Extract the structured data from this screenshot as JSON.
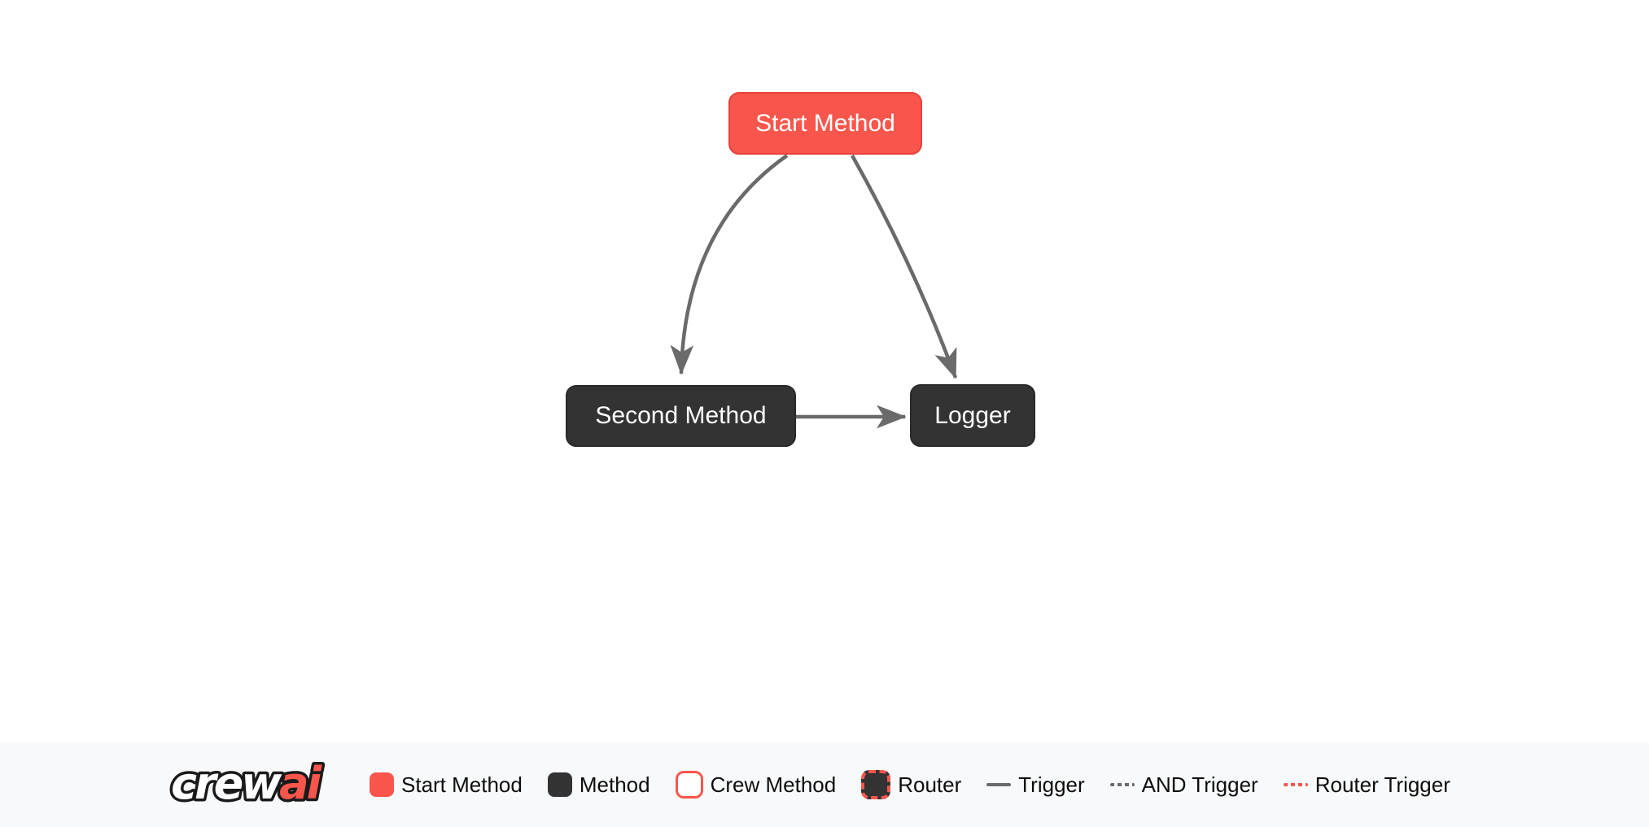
{
  "diagram": {
    "nodes": [
      {
        "id": "start",
        "label": "Start Method",
        "type": "start-method"
      },
      {
        "id": "second",
        "label": "Second Method",
        "type": "method"
      },
      {
        "id": "logger",
        "label": "Logger",
        "type": "method"
      }
    ],
    "edges": [
      {
        "from": "Start Method",
        "to": "Second Method",
        "type": "trigger"
      },
      {
        "from": "Start Method",
        "to": "Logger",
        "type": "trigger"
      },
      {
        "from": "Second Method",
        "to": "Logger",
        "type": "trigger"
      }
    ]
  },
  "legend": {
    "brand": {
      "crew": "crew",
      "ai": "ai"
    },
    "items": [
      {
        "label": "Start Method",
        "swatch": "start-method-swatch"
      },
      {
        "label": "Method",
        "swatch": "method-swatch"
      },
      {
        "label": "Crew Method",
        "swatch": "crew-method-swatch"
      },
      {
        "label": "Router",
        "swatch": "router-swatch"
      },
      {
        "label": "Trigger",
        "swatch": "trigger-line"
      },
      {
        "label": "AND Trigger",
        "swatch": "and-trigger-line"
      },
      {
        "label": "Router Trigger",
        "swatch": "router-trigger-line"
      }
    ]
  },
  "colors": {
    "canvas_bg": "#ffffff",
    "legend_bg": "#f8f9fa",
    "start_fill": "#f8564c",
    "start_border": "#e8423b",
    "method_fill": "#333333",
    "method_border": "#2a2a2a",
    "node_text": "#ffffff",
    "edge": "#6a6a6a",
    "legend_text": "#0d0d0d",
    "brand_red": "#f8564c",
    "brand_outline": "#1a1a1a",
    "crew_method_bg": "#ffffff"
  }
}
